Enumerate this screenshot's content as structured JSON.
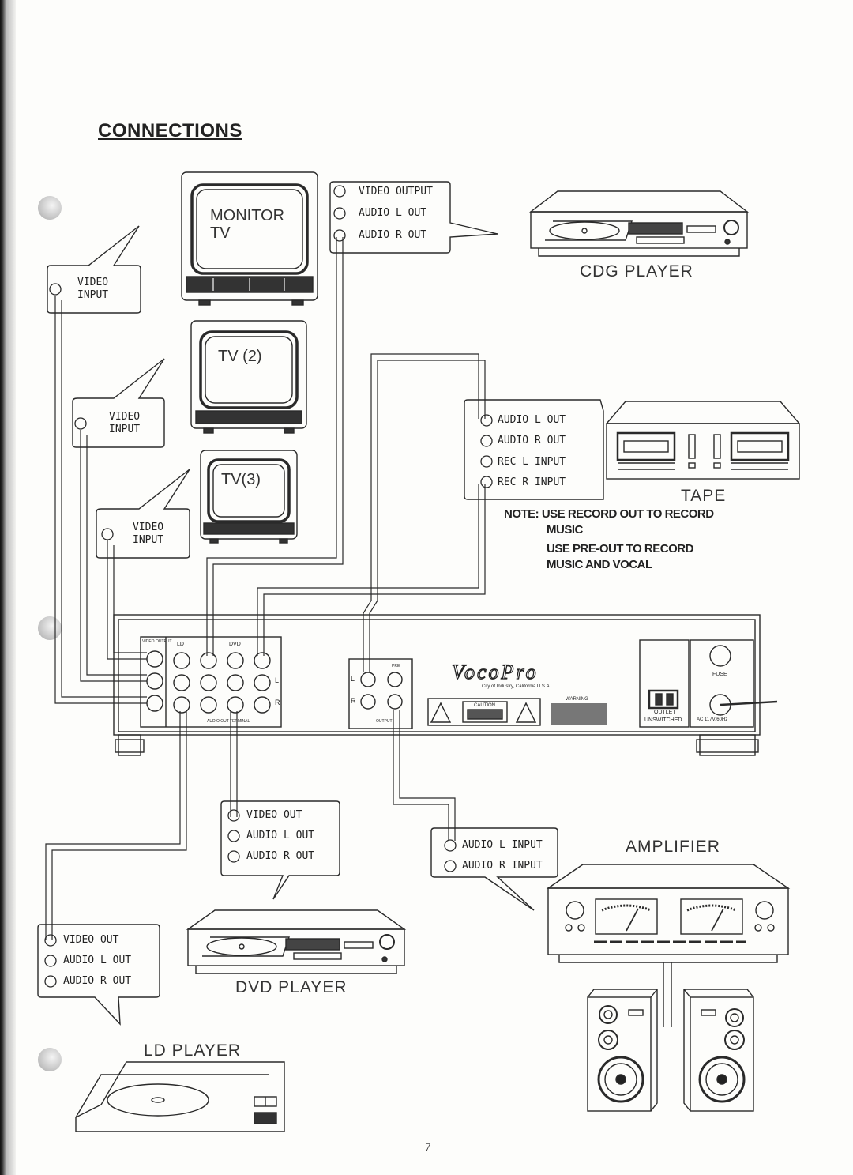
{
  "title": "CONNECTIONS",
  "devices": {
    "monitor": "MONITOR\nTV",
    "tv2": "TV (2)",
    "tv3": "TV(3)",
    "cdg": "CDG  PLAYER",
    "tape": "TAPE",
    "dvd": "DVD  PLAYER",
    "ld": "LD  PLAYER",
    "amplifier": "AMPLIFIER"
  },
  "callouts": {
    "monitor_in": [
      "VIDEO",
      "INPUT"
    ],
    "tv2_in": [
      "VIDEO",
      "INPUT"
    ],
    "tv3_in": [
      "VIDEO",
      "INPUT"
    ],
    "cdg_out": [
      "VIDEO OUTPUT",
      "AUDIO L OUT",
      "AUDIO R OUT"
    ],
    "tape_io": [
      "AUDIO L OUT",
      "AUDIO R OUT",
      "REC L INPUT",
      "REC R INPUT"
    ],
    "dvd_out": [
      "VIDEO OUT",
      "AUDIO L OUT",
      "AUDIO R OUT"
    ],
    "ld_out": [
      "VIDEO OUT",
      "AUDIO L OUT",
      "AUDIO R OUT"
    ],
    "amp_in": [
      "AUDIO L INPUT",
      "AUDIO R INPUT"
    ]
  },
  "note": [
    "NOTE: USE RECORD OUT TO RECORD",
    "MUSIC",
    "USE PRE-OUT TO RECORD",
    "MUSIC AND VOCAL"
  ],
  "panel": {
    "brand": "VocoPro",
    "brand_sub": "City of Industry, California U.S.A.",
    "video_output": "VIDEO OUTPUT",
    "ld": "LD",
    "dvd": "DVD",
    "audio_out_terminal": "AUDIO OUT TERMINAL",
    "pre": "PRE",
    "output": "OUTPUT",
    "l": "L",
    "r": "R",
    "caution": "CAUTION",
    "warning": "WARNING",
    "fuse": "FUSE",
    "outlet": "OUTLET",
    "unswitched": "UNSWITCHED",
    "ac": "AC 117V/60Hz"
  },
  "page_number": "7"
}
